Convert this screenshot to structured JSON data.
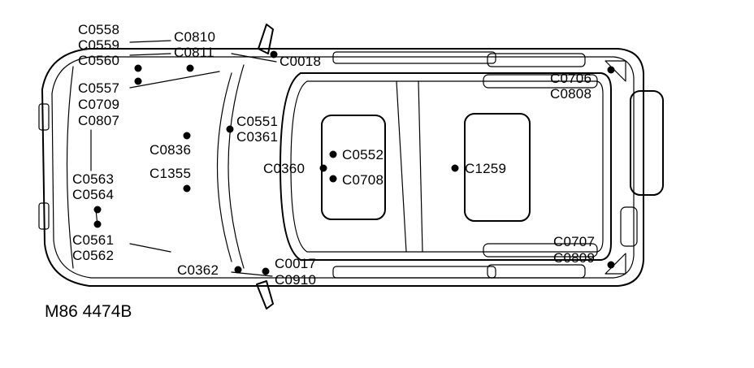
{
  "figure_reference": "M86 4474B",
  "connector_labels": {
    "c0558": "C0558",
    "c0559": "C0559",
    "c0560": "C0560",
    "c0810": "C0810",
    "c0811": "C0811",
    "c0018": "C0018",
    "c0557": "C0557",
    "c0709": "C0709",
    "c0807": "C0807",
    "c0706": "C0706",
    "c0808": "C0808",
    "c0551": "C0551",
    "c0361": "C0361",
    "c0836": "C0836",
    "c1355": "C1355",
    "c0552": "C0552",
    "c0360": "C0360",
    "c0708": "C0708",
    "c1259": "C1259",
    "c0563": "C0563",
    "c0564": "C0564",
    "c0561": "C0561",
    "c0562": "C0562",
    "c0707": "C0707",
    "c0809": "C0809",
    "c0362": "C0362",
    "c0017": "C0017",
    "c0910": "C0910"
  }
}
